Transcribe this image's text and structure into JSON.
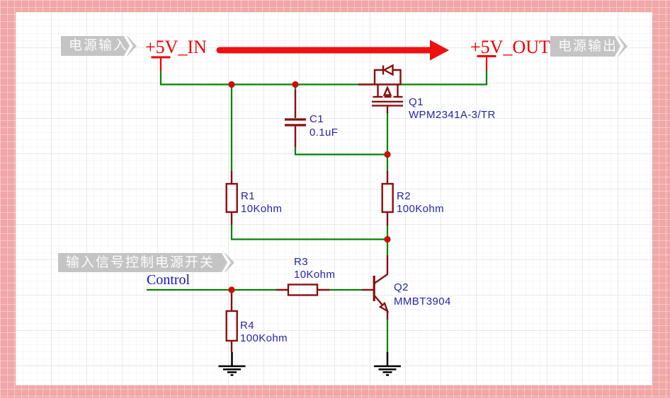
{
  "callouts": {
    "power_in": "电源输入",
    "power_out": "电源输出",
    "control_note": "输入信号控制电源开关"
  },
  "net_labels": {
    "vin": "+5V_IN",
    "vout": "+5V_OUT",
    "control": "Control"
  },
  "components": {
    "q1": {
      "ref": "Q1",
      "value": "WPM2341A-3/TR"
    },
    "q2": {
      "ref": "Q2",
      "value": "MMBT3904"
    },
    "c1": {
      "ref": "C1",
      "value": "0.1uF"
    },
    "r1": {
      "ref": "R1",
      "value": "10Kohm"
    },
    "r2": {
      "ref": "R2",
      "value": "100Kohm"
    },
    "r3": {
      "ref": "R3",
      "value": "10Kohm"
    },
    "r4": {
      "ref": "R4",
      "value": "100Kohm"
    }
  },
  "colors": {
    "border_pink": "#f2a7a7",
    "wire_green": "#048304",
    "component_maroon": "#890e0e",
    "junction_red": "#cf0b0b",
    "net_red": "#ee0000",
    "label_blue": "#2424ad",
    "control_blue": "#1414c8",
    "callout_gray": "#c4c4c4",
    "arrow_red": "#ee1111",
    "ground_black": "#000000"
  }
}
